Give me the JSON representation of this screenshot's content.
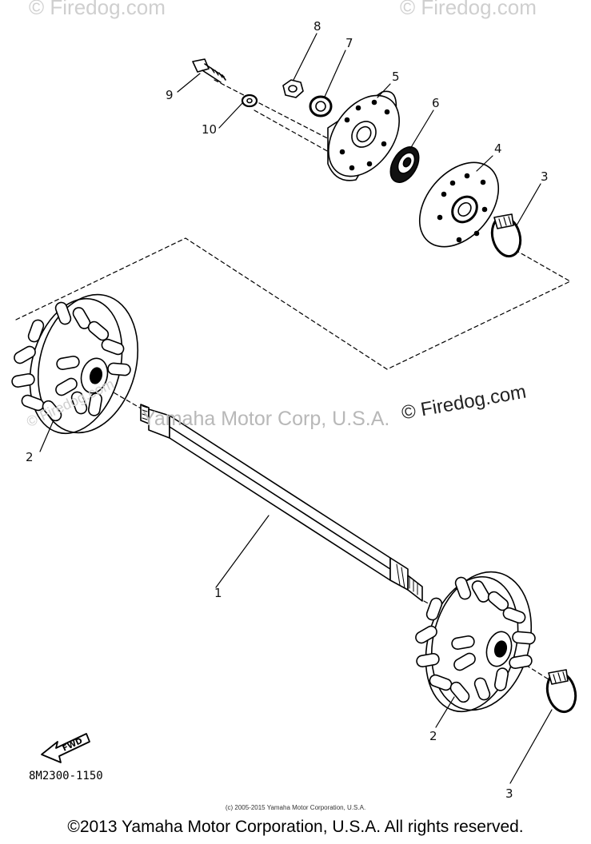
{
  "callouts": {
    "c1": "1",
    "c2a": "2",
    "c2b": "2",
    "c3a": "3",
    "c3b": "3",
    "c4": "4",
    "c5": "5",
    "c6": "6",
    "c7": "7",
    "c8": "8",
    "c9": "9",
    "c10": "10"
  },
  "fwd_label": "FWD",
  "doc_code": "8M2300-1150",
  "watermarks": {
    "top_left": "© Firedog.com",
    "top_right": "© Firedog.com",
    "center_text": "Yamaha Motor Corp, U.S.A.",
    "center_firedog": "© Firedog.com",
    "left_firedog": "© Firedog.com"
  },
  "small_copyright": "(c) 2005-2015 Yamaha Motor Corporation, U.S.A.",
  "footer_copyright": "©2013 Yamaha Motor Corporation, U.S.A. All rights reserved."
}
